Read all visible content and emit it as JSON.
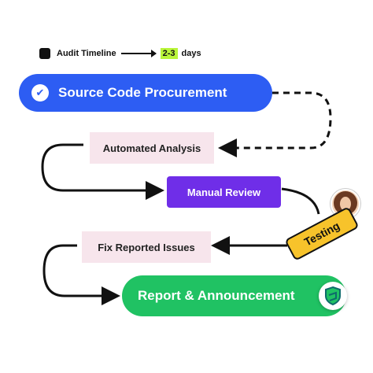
{
  "legend": {
    "label": "Audit Timeline",
    "duration_badge": "2-3",
    "duration_unit": "days"
  },
  "steps": [
    {
      "label": "Source Code Procurement"
    },
    {
      "label": "Automated Analysis"
    },
    {
      "label": "Manual Review"
    },
    {
      "label": "Fix Reported Issues"
    },
    {
      "label": "Report & Announcement"
    }
  ],
  "testing_tag": "Testing",
  "colors": {
    "procurement": "#2d5df3",
    "analysis": "#f7e5ec",
    "manual_review": "#6f2ee8",
    "fix": "#f7e5ec",
    "report": "#20c263",
    "testing": "#f7c32b"
  },
  "icons": [
    "check-icon",
    "avatar-icon",
    "shield-icon"
  ]
}
